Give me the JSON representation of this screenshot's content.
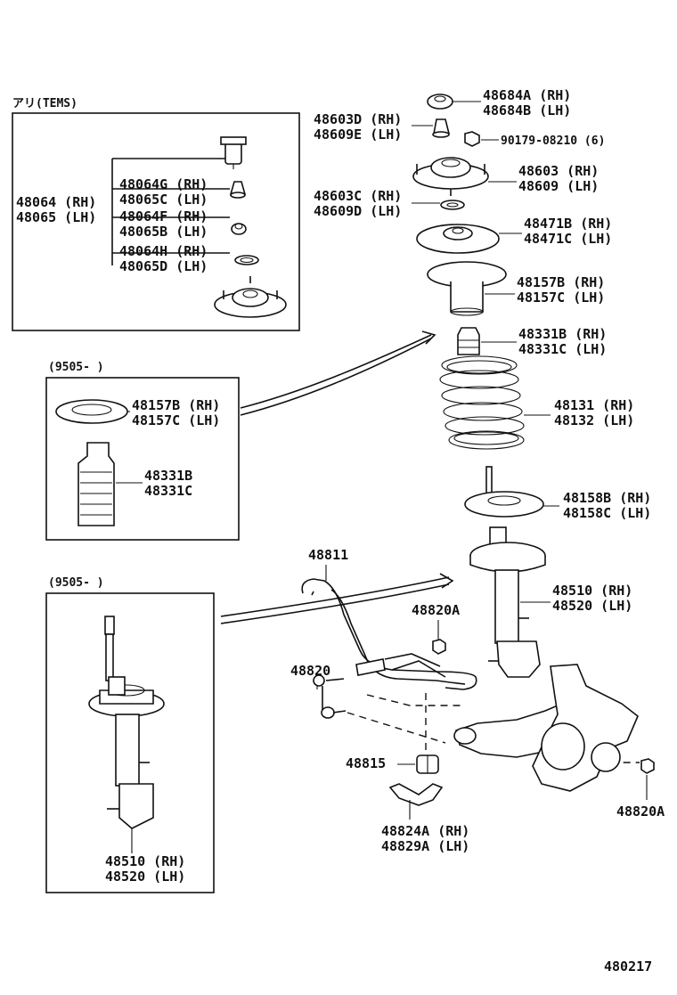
{
  "diagram": {
    "inset_tems": {
      "header": "アリ(TEMS)",
      "group_labels": [
        "48064 (RH)",
        "48065 (LH)"
      ],
      "items": [
        [
          "48064G (RH)",
          "48065C (LH)"
        ],
        [
          "48064F (RH)",
          "48065B (LH)"
        ],
        [
          "48064H (RH)",
          "48065D (LH)"
        ]
      ]
    },
    "inset_9505_a": {
      "header": "(9505-      )",
      "items": [
        [
          "48157B (RH)",
          "48157C (LH)"
        ],
        [
          "48331B",
          "48331C"
        ]
      ]
    },
    "inset_9505_b": {
      "header": "(9505-      )",
      "items": [
        [
          "48510 (RH)",
          "48520 (LH)"
        ]
      ]
    },
    "main_parts": [
      [
        "48684A (RH)",
        "48684B (LH)"
      ],
      [
        "48603D (RH)",
        "48609E (LH)"
      ],
      [
        "90179-08210 (6)"
      ],
      [
        "48603 (RH)",
        "48609 (LH)"
      ],
      [
        "48603C (RH)",
        "48609D (LH)"
      ],
      [
        "48471B (RH)",
        "48471C (LH)"
      ],
      [
        "48157B (RH)",
        "48157C (LH)"
      ],
      [
        "48331B (RH)",
        "48331C (LH)"
      ],
      [
        "48131 (RH)",
        "48132 (LH)"
      ],
      [
        "48158B (RH)",
        "48158C (LH)"
      ],
      [
        "48510 (RH)",
        "48520 (LH)"
      ],
      [
        "48811"
      ],
      [
        "48820A"
      ],
      [
        "48820"
      ],
      [
        "48815"
      ],
      [
        "48824A (RH)",
        "48829A (LH)"
      ],
      [
        "48820A"
      ]
    ],
    "figure_number": "480217"
  }
}
